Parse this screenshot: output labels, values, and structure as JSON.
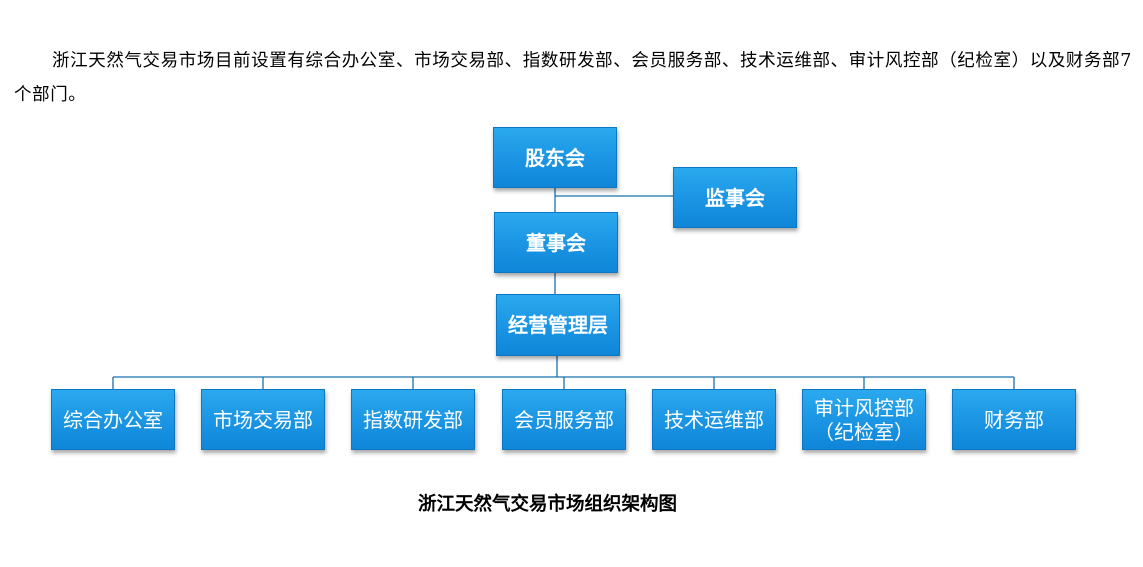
{
  "intro_text": "浙江天然气交易市场目前设置有综合办公室、市场交易部、指数研发部、会员服务部、技术运维部、审计风控部（纪检室）以及财务部7个部门。",
  "org": {
    "shareholders": "股东会",
    "supervisors": "监事会",
    "board": "董事会",
    "management": "经营管理层",
    "departments": [
      "综合办公室",
      "市场交易部",
      "指数研发部",
      "会员服务部",
      "技术运维部",
      "审计风控部\n（纪检室）",
      "财务部"
    ]
  },
  "caption": "浙江天然气交易市场组织架构图",
  "colors": {
    "box_fill": "#1a94e3",
    "box_text": "#ffffff",
    "connector": "#1a6fb0"
  }
}
